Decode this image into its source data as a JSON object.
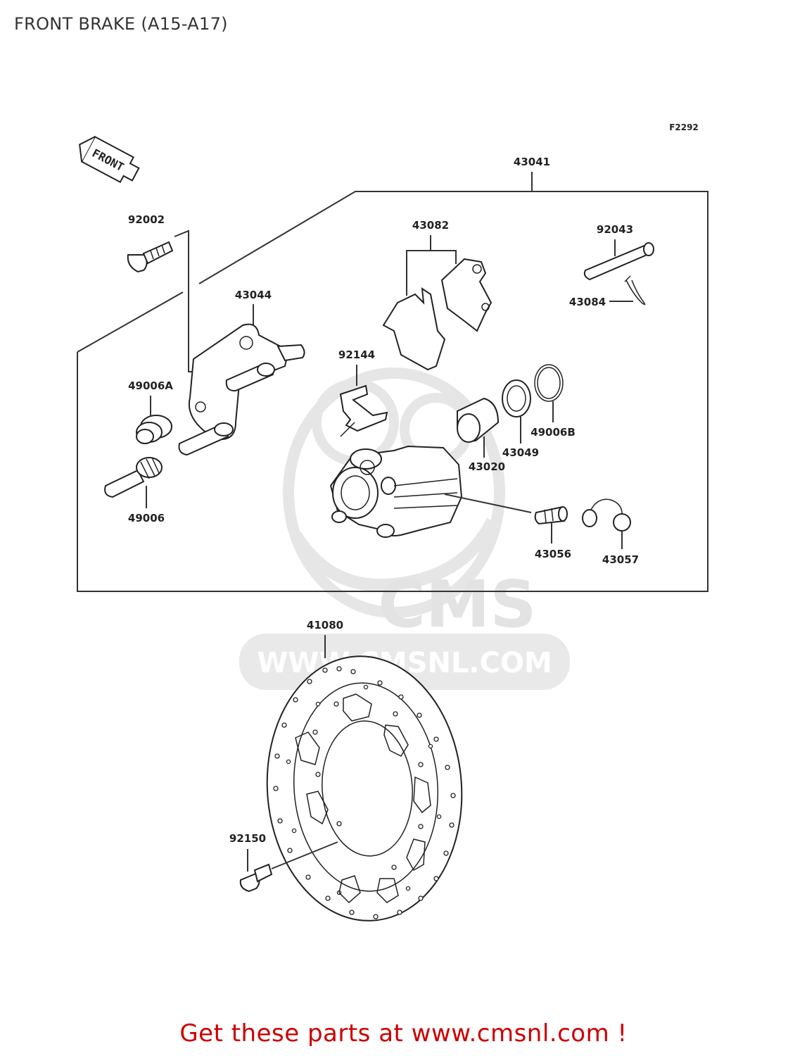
{
  "title": "FRONT BRAKE (A15-A17)",
  "figure_code": "F2292",
  "front_tag": "FRONT",
  "watermark": {
    "brand": "CMS",
    "url": "WWW.CMSNL.COM"
  },
  "promo_text": "Get these parts at www.cmsnl.com !",
  "parts": {
    "p43041": "43041",
    "p92002": "92002",
    "p43082": "43082",
    "p92043": "92043",
    "p43084": "43084",
    "p43044": "43044",
    "p92144": "92144",
    "p49006A": "49006A",
    "p49006B": "49006B",
    "p43049": "43049",
    "p43020": "43020",
    "p49006": "49006",
    "p43056": "43056",
    "p43057": "43057",
    "p41080": "41080",
    "p92150": "92150"
  },
  "colors": {
    "promo": "#cc0000",
    "watermark": "#d6d6d6",
    "line": "#333333"
  }
}
